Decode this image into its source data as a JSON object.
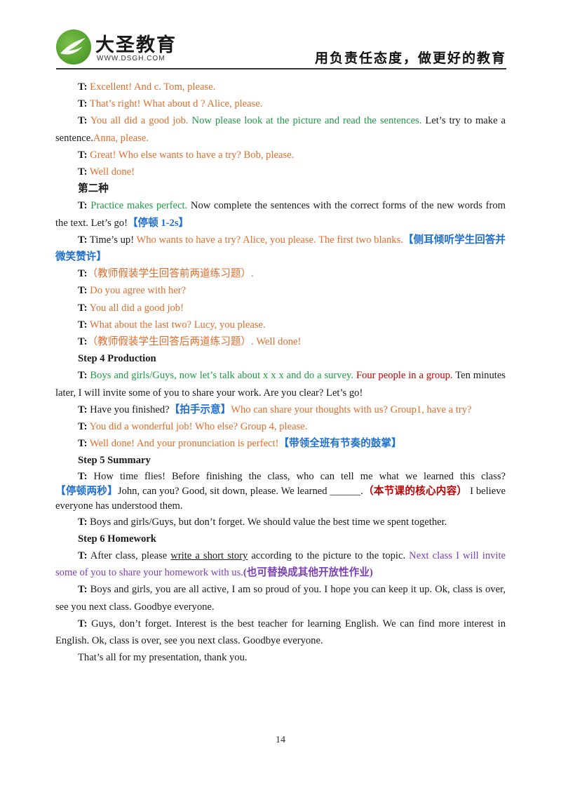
{
  "header": {
    "brand": "大圣教育",
    "site": "WWW.DSGH.COM",
    "slogan": "用负责任态度，做更好的教育"
  },
  "lines": {
    "l1": {
      "t": "T:",
      "a": "Excellent! And c. Tom, please."
    },
    "l2": {
      "t": "T:",
      "a": "That’s right! What about d ? Alice, please."
    },
    "l3": {
      "t": "T:",
      "a": "You all did a good job.",
      "b": " Now please look at the picture and read the sentences.",
      "c": " Let’s try to make a sentence.",
      "d": "Anna, please."
    },
    "l4": {
      "t": "T:",
      "a": "Great! Who else wants to have a try? Bob, please."
    },
    "l5": {
      "t": "T:",
      "a": "Well done!"
    },
    "h1": "第二种",
    "l6": {
      "t": "T:",
      "a": "Practice makes perfect.",
      "b": " Now complete the sentences with the correct forms of the new words from the text. Let’s go!",
      "c": "【停顿 1-2s】"
    },
    "l7": {
      "t": "T:",
      "a": " Time’s up! ",
      "b": "Who wants to have a try? Alice, you please. The first two blanks.",
      "c": "【侧耳倾听学生回答并微笑赞许】"
    },
    "l8": {
      "t": "T:",
      "a": "（教师假装学生回答前两道练习题）."
    },
    "l9": {
      "t": "T:",
      "a": "Do you agree with her?"
    },
    "l10": {
      "t": "T:",
      "a": "You all did a good job!"
    },
    "l11": {
      "t": "T:",
      "a": "What about the last two? Lucy, you please."
    },
    "l12": {
      "t": "T:",
      "a": "（教师假装学生回答后两道练习题）. Well done!"
    },
    "h2": "Step 4 Production",
    "l13": {
      "t": "T:",
      "a": "Boys and girls/Guys, now let’s talk about x x x and do a survey.",
      "b": " Four people in a group.",
      "c": " Ten minutes later, I will invite some of you to share your work. Are you clear? Let’s go!"
    },
    "l14": {
      "t": "T:",
      "a": " Have you finished?",
      "b": "【拍手示意】",
      "c": "Who can share your thoughts with us? Group1, have a try?"
    },
    "l15": {
      "t": "T:",
      "a": "You did a wonderful job! Who else? Group 4, please."
    },
    "l16": {
      "t": "T:",
      "a": "Well done! And your pronunciation is perfect!",
      "b": "【带领全班有节奏的鼓掌】"
    },
    "h3": "Step 5 Summary",
    "l17": {
      "t": "T:",
      "a": " How time flies! Before finishing the class, who can tell me what we learned this class?",
      "b": "【停顿两秒】",
      "c": "John, can you? Good, sit down, please. We learned ______.",
      "d": "（本节课的核心内容）",
      "e": " I believe everyone has understood them."
    },
    "l18": {
      "t": "T:",
      "a": " Boys and girls/Guys, but don’t forget. We should value the best time we spent together."
    },
    "h4": "Step 6 Homework",
    "l19": {
      "t": "T:",
      "a": " After class, please ",
      "b": "write a short story",
      "c": " according to the picture to the topic.",
      "d": " Next class I will invite some of you to share your homework with us.",
      "e": "(也可替换成其他开放性作业)"
    },
    "l20": {
      "t": "T:",
      "a": " Boys and girls, you are all active, I am so proud of you. I hope you can keep it up. Ok, class is over, see you next class. Goodbye everyone."
    },
    "l21": {
      "t": "T:",
      "a": " Guys, don’t forget. Interest is the best teacher for learning English. We can find more interest in English. Ok, class is over, see you next class. Goodbye everyone."
    },
    "l22": "That’s all for my presentation, thank you."
  },
  "page_number": "14"
}
